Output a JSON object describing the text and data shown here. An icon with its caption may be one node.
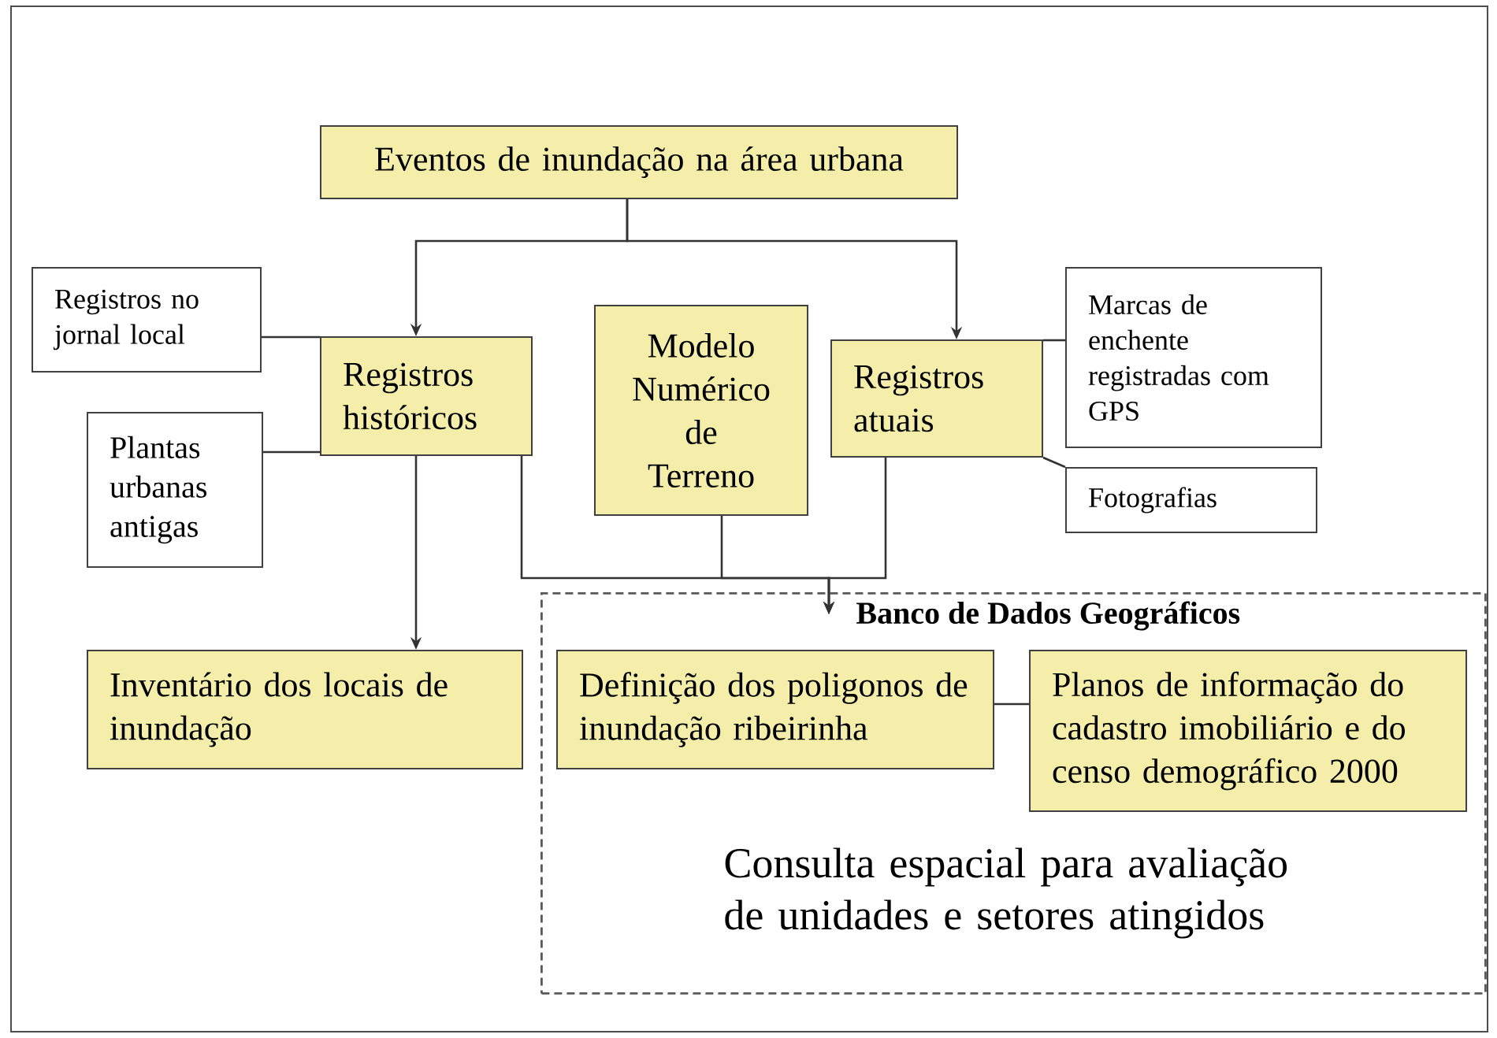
{
  "diagram": {
    "nodes": [
      {
        "text": [
          "Eventos de inundação na área urbana"
        ]
      },
      {
        "text": [
          "Registros no jornal local"
        ]
      },
      {
        "text": [
          "Registros históricos"
        ]
      },
      {
        "text": [
          "Plantas urbanas antigas"
        ]
      },
      {
        "text": [
          "Modelo Numérico de Terreno"
        ]
      },
      {
        "text": [
          "Registros atuais"
        ]
      },
      {
        "text": [
          "Marcas de enchente registradas com GPS"
        ]
      },
      {
        "text": [
          "Fotografias"
        ]
      },
      {
        "text": [
          "Banco de Dados Geográficos",
          "Consulta espacial para avaliação de unidades e setores atingidos"
        ]
      },
      {
        "text": [
          "Inventário dos locais de inundação"
        ]
      },
      {
        "text": [
          "Definição dos poligonos de inundação ribeirinha"
        ],
        "in": 8
      },
      {
        "text": [
          "Planos de informação do cadastro imobiliário e do censo demográfico 2000"
        ],
        "in": 8
      }
    ],
    "edges": [
      {
        "from": 0,
        "to": 2,
        "arrow": "to"
      },
      {
        "from": 0,
        "to": 5,
        "arrow": "to"
      },
      {
        "from": 1,
        "to": 2,
        "arrow": "none"
      },
      {
        "from": 3,
        "to": 2,
        "arrow": "none"
      },
      {
        "from": 2,
        "to": 9,
        "arrow": "to"
      },
      {
        "from": 2,
        "to": 8,
        "arrow": "to"
      },
      {
        "from": 4,
        "to": 8,
        "arrow": "to"
      },
      {
        "from": 5,
        "to": 8,
        "arrow": "to"
      },
      {
        "from": 6,
        "to": 5,
        "arrow": "none"
      },
      {
        "from": 7,
        "to": 5,
        "arrow": "none"
      },
      {
        "from": 10,
        "to": 11,
        "arrow": "none"
      }
    ]
  }
}
